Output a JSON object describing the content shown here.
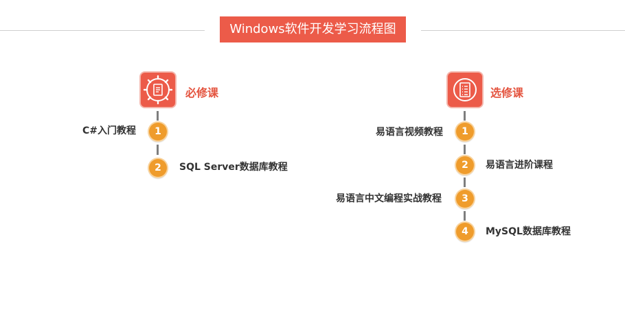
{
  "title": "Windows软件开发学习流程图",
  "colors": {
    "accent": "#ec5b49",
    "badge": "#ef9c2c",
    "connector": "#7e7e7e",
    "text": "#333333"
  },
  "categories": [
    {
      "label": "必修课",
      "icon": "gear-document-icon",
      "courses": [
        {
          "num": "1",
          "label": "C#入门教程"
        },
        {
          "num": "2",
          "label": "SQL Server数据库教程"
        }
      ]
    },
    {
      "label": "选修课",
      "icon": "list-document-icon",
      "courses": [
        {
          "num": "1",
          "label": "易语言视频教程"
        },
        {
          "num": "2",
          "label": "易语言进阶课程"
        },
        {
          "num": "3",
          "label": "易语言中文编程实战教程"
        },
        {
          "num": "4",
          "label": "MySQL数据库教程"
        }
      ]
    }
  ]
}
